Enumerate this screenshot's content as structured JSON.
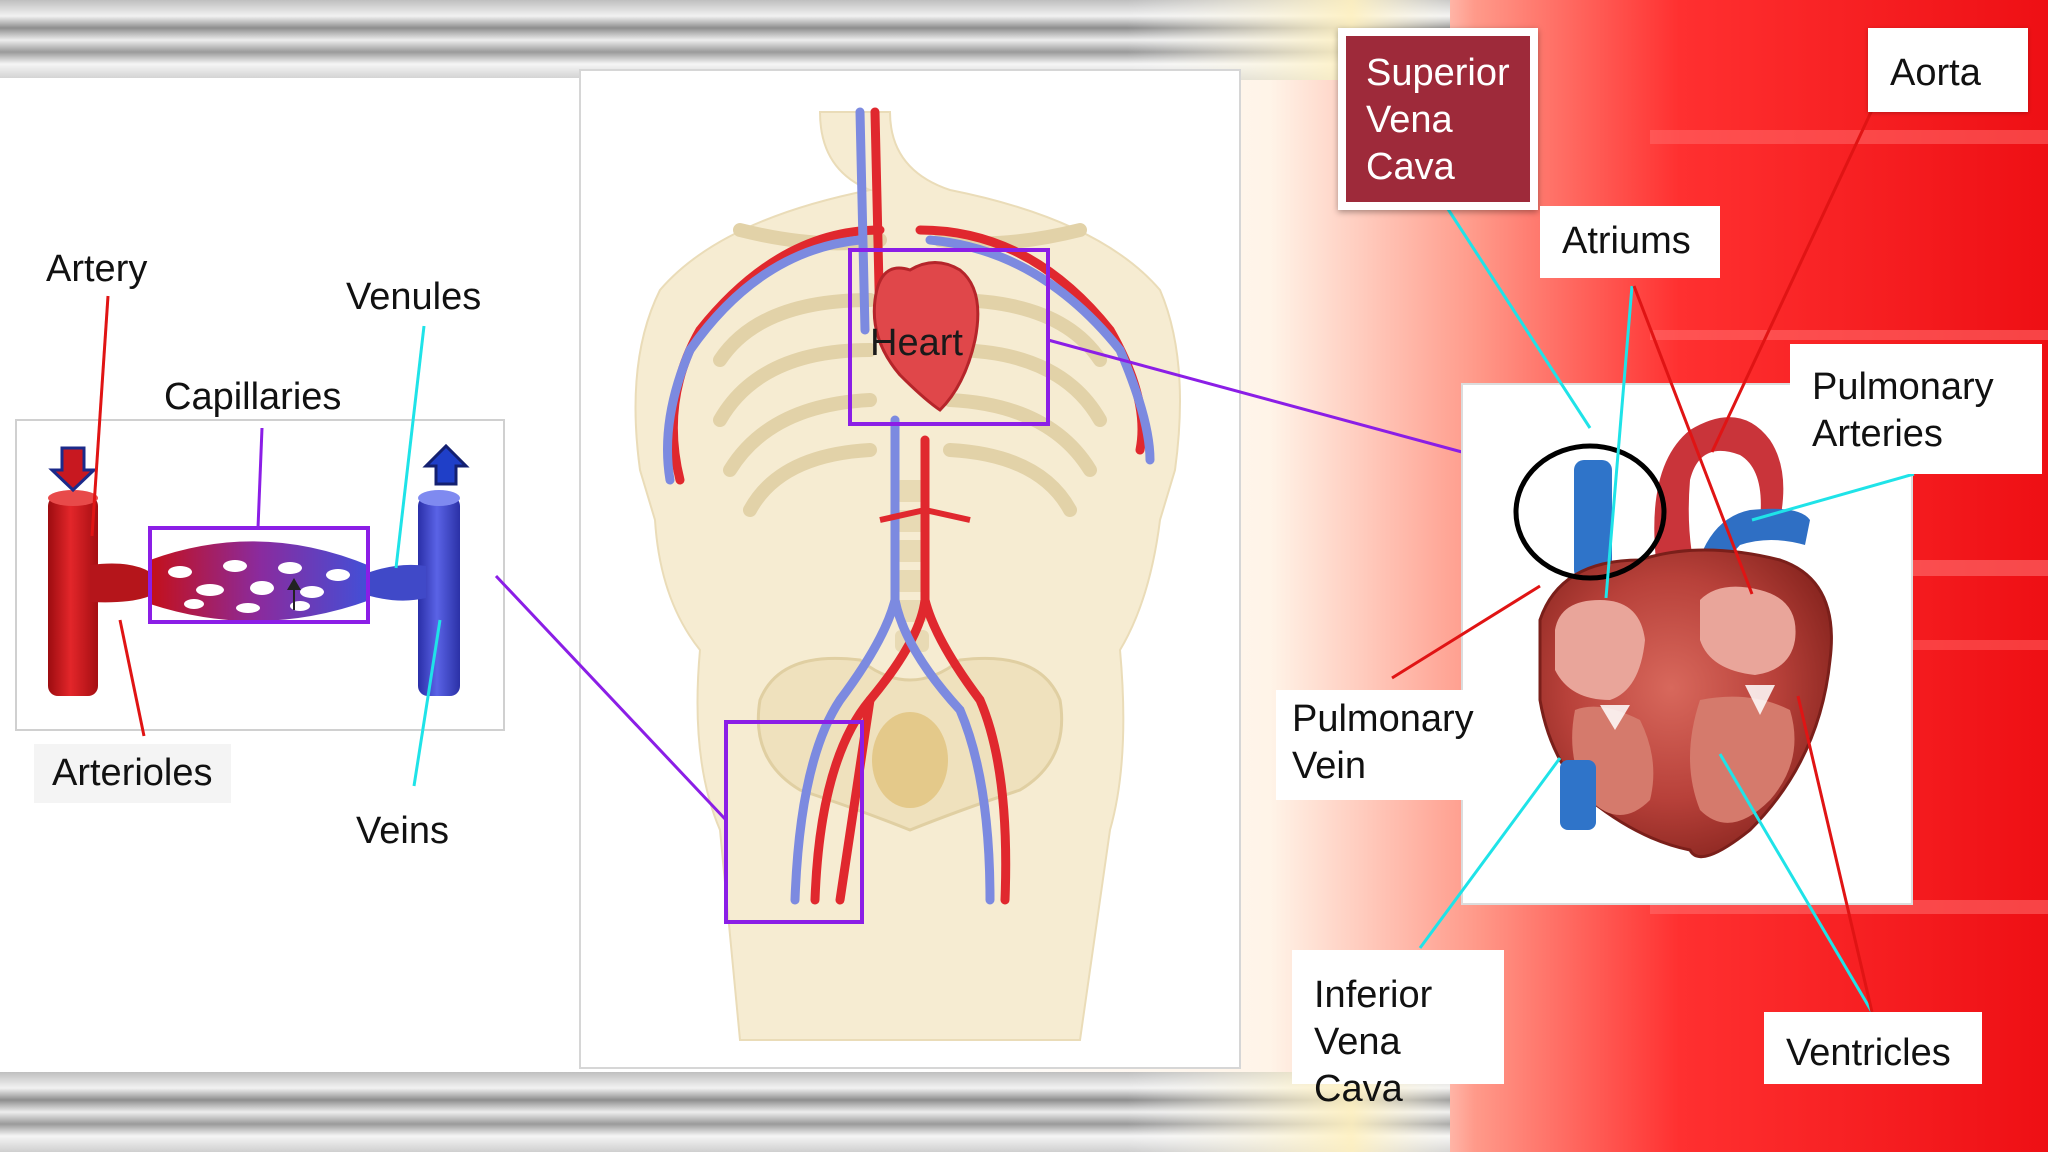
{
  "labels": {
    "artery": "Artery",
    "venules": "Venules",
    "capillaries": "Capillaries",
    "arterioles": "Arterioles",
    "veins": "Veins",
    "heart": "Heart",
    "superior_vena_cava": "Superior\nVena\nCava",
    "aorta": "Aorta",
    "atriums": "Atriums",
    "pulmonary_arteries": "Pulmonary\nArteries",
    "pulmonary_vein": "Pulmonary\nVein",
    "inferior_vena_cava": "Inferior\nVena Cava",
    "ventricles": "Ventricles"
  },
  "colors": {
    "artery_red": "#d3171e",
    "vein_blue": "#3a52d6",
    "highlight_purple": "#8b1ee6",
    "callout_cyan": "#1fe3e8",
    "callout_red": "#e01414",
    "label_dark": "#9e2a3a",
    "body_skin": "#f6ecd2"
  }
}
